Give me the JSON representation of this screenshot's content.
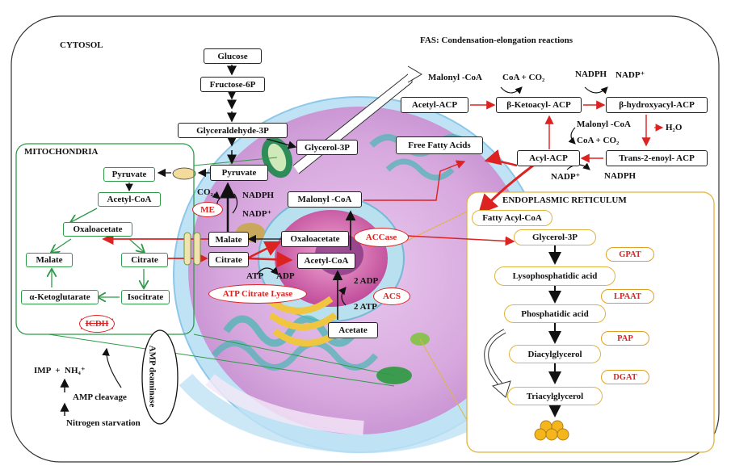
{
  "regions": {
    "cytosol": "CYTOSOL",
    "mitochondria": "MITOCHONDRIA",
    "er": "ENDOPLASMIC RETICULUM",
    "fas": "FAS: Condensation-elongation reactions"
  },
  "glycolysis": {
    "glucose": "Glucose",
    "fructose6p": "Fructose-6P",
    "gap": "Glyceraldehyde-3P",
    "pyruvate": "Pyruvate",
    "glycerol3p": "Glycerol-3P"
  },
  "mito": {
    "pyruvate": "Pyruvate",
    "acetylcoa": "Acetyl-CoA",
    "oxaloacetate": "Oxaloacetate",
    "malate": "Malate",
    "citrate": "Citrate",
    "ketoglutarate": "α-Ketoglutarate",
    "isocitrate": "Isocitrate",
    "icdh": "ICDH"
  },
  "cyto": {
    "malonylcoa": "Malonyl -CoA",
    "malate": "Malate",
    "citrate": "Citrate",
    "oxaloacetate": "Oxaloacetate",
    "acetylcoa": "Acetyl-CoA",
    "acetate": "Acetate",
    "freefa": "Free Fatty Acids",
    "co2": "CO₂",
    "nadph": "NADPH",
    "nadp": "NADP⁺",
    "atp1": "ATP",
    "adp1": "ADP",
    "adp2": "2 ADP",
    "atp2": "2 ATP"
  },
  "enzymes": {
    "me": "ME",
    "acl": "ATP Citrate Lyase",
    "accase": "ACCase",
    "acs": "ACS",
    "gpat": "GPAT",
    "lpaat": "LPAAT",
    "pap": "PAP",
    "dgat": "DGAT",
    "ampdeam": "AMP deaminase"
  },
  "fas": {
    "malonyl1": "Malonyl -CoA",
    "coaco2a": "CoA + CO₂",
    "nadph1": "NADPH",
    "nadp1": "NADP⁺",
    "acetylacp": "Acetyl-ACP",
    "ketoacyl": "β-Ketoacyl- ACP",
    "hydroxyacyl": "β-hydroxyacyl-ACP",
    "malonyl2": "Malonyl -CoA",
    "coaco2b": "CoA + CO₂",
    "h2o": "H₂O",
    "acylacp": "Acyl-ACP",
    "trans": "Trans-2-enoyl- ACP",
    "nadp2": "NADP⁺",
    "nadph2": "NADPH"
  },
  "er": {
    "fattyacyl": "Fatty Acyl-CoA",
    "glycerol3p": "Glycerol-3P",
    "lyso": "Lysophosphatidic acid",
    "pa": "Phosphatidic acid",
    "dag": "Diacylglycerol",
    "tag": "Triacylglycerol"
  },
  "nitrogen": {
    "imp": "IMP  +  NH₄⁺",
    "cleavage": "AMP cleavage",
    "starvation": "Nitrogen starvation"
  },
  "colors": {
    "mito_border": "#2e9a48",
    "er_border": "#e0b440",
    "enzyme_red": "#d22222",
    "cell_outer": "#7ec3e8",
    "cell_inner": "#d9a6dc"
  }
}
